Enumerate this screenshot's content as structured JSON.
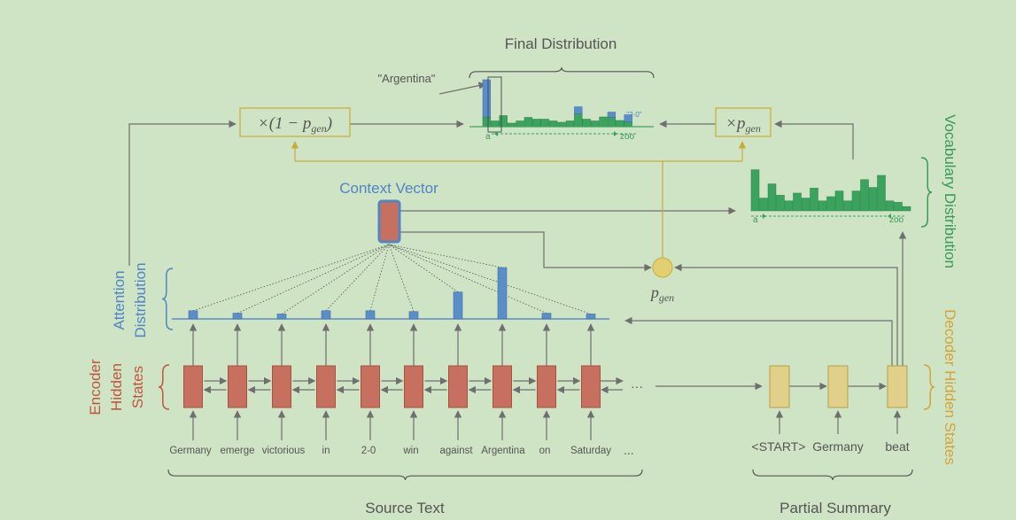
{
  "titles": {
    "final_distribution": "Final Distribution",
    "context_vector": "Context Vector",
    "vocabulary_distribution": "Vocabulary Distribution",
    "decoder_hidden_states": "Decoder Hidden States",
    "attention_line1": "Attention",
    "attention_line2": "Distribution",
    "encoder_line1": "Encoder",
    "encoder_line2": "Hidden",
    "encoder_line3": "States",
    "source_text": "Source Text",
    "partial_summary": "Partial Summary"
  },
  "annotations": {
    "argentina_callout": "\"Argentina\"",
    "score_label": "\"2-0\"",
    "axis_start": "a",
    "axis_end": "zoo",
    "pgen_p": "p",
    "pgen_sub": "gen",
    "mult_left_prefix": "×(1 − ",
    "mult_left_suffix": ")",
    "mult_right_prefix": "×",
    "ellipsis": "···",
    "source_ellipsis": "..."
  },
  "source_tokens": [
    "Germany",
    "emerge",
    "victorious",
    "in",
    "2-0",
    "win",
    "against",
    "Argentina",
    "on",
    "Saturday"
  ],
  "decoder_tokens": [
    "<START>",
    "Germany",
    "beat"
  ],
  "attention_weights": [
    0.1,
    0.07,
    0.06,
    0.1,
    0.1,
    0.09,
    0.33,
    0.63,
    0.07,
    0.06
  ],
  "vocab_distribution": [
    0.58,
    0.18,
    0.38,
    0.22,
    0.14,
    0.25,
    0.18,
    0.32,
    0.14,
    0.2,
    0.28,
    0.14,
    0.28,
    0.44,
    0.33,
    0.5,
    0.14,
    0.12,
    0.06
  ],
  "final_distribution": {
    "green": [
      0.22,
      0.13,
      0.25,
      0.08,
      0.13,
      0.21,
      0.17,
      0.17,
      0.13,
      0.1,
      0.13,
      0.29,
      0.17,
      0.13,
      0.22,
      0.21,
      0.14,
      0.11
    ],
    "blue_extra": [
      0.42,
      0,
      0,
      0,
      0,
      0,
      0,
      0,
      0,
      0,
      0,
      0.08,
      0,
      0,
      0,
      0.06,
      0,
      0.08
    ]
  },
  "colors": {
    "background": "#cfe3c5",
    "encoder_red": "#c7705f",
    "decoder_yellow": "#e0d08a",
    "attention_blue": "#5b8ec9",
    "vocab_green": "#3aa45f",
    "text_gray": "#555555",
    "line_gray": "#6f6f6f",
    "gold_line": "#c9ab3a"
  },
  "icons": [
    "left-curly-brace",
    "right-curly-brace",
    "bottom-curly-brace",
    "top-curly-brace",
    "arrow"
  ]
}
